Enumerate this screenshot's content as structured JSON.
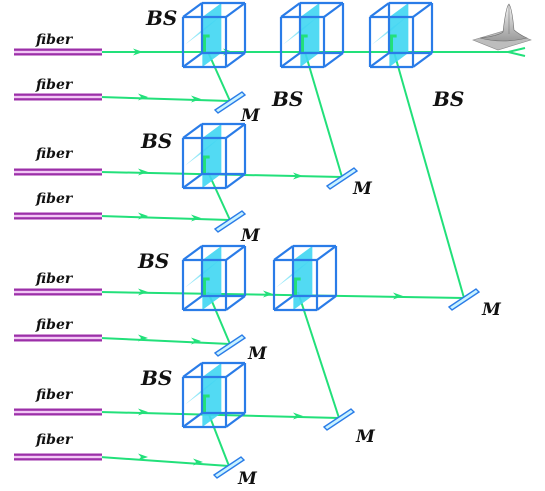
{
  "labels": {
    "fiber": "fiber",
    "beam_splitter": "BS",
    "mirror": "M"
  },
  "colors": {
    "beam": "#22e07a",
    "fiber_outer": "#9c2fa8",
    "fiber_inner": "#f2c9f5",
    "cube_edge": "#2a7ce8",
    "cube_face": "#3fd6f2",
    "mirror_fill": "#c9f3ff",
    "mirror_edge": "#2a7ce8",
    "label_text": "#111111"
  },
  "icons": {
    "output": "intensity-peak-icon"
  },
  "counts": {
    "fibers": 8,
    "beam_splitters": 7,
    "mirrors": 7
  }
}
